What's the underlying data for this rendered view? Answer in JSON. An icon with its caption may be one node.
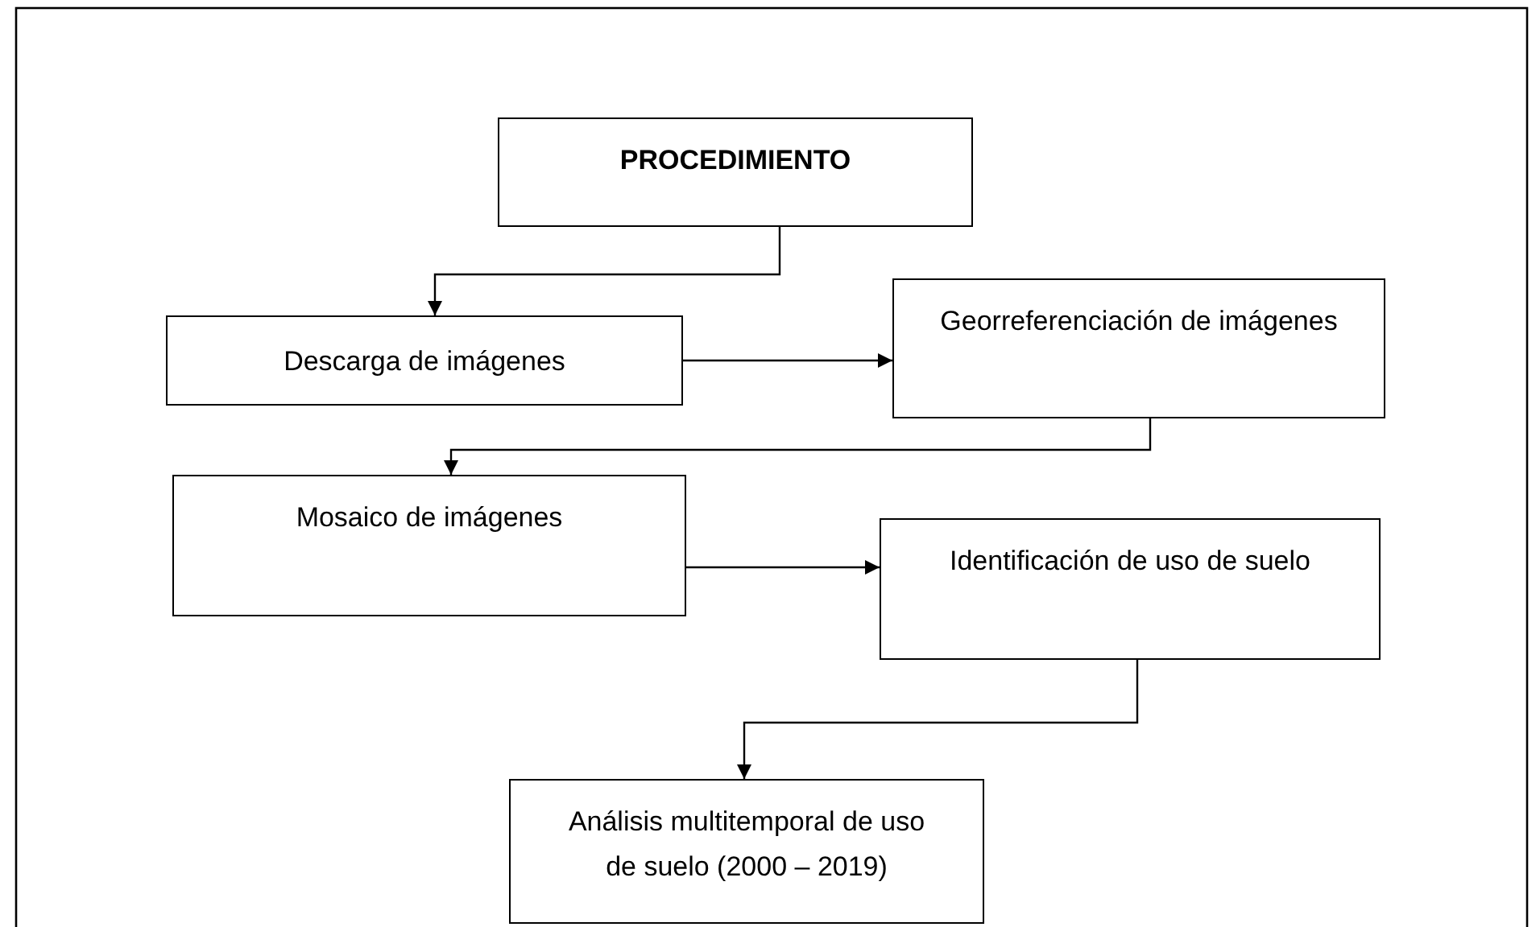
{
  "diagram": {
    "nodes": [
      {
        "text": [
          "PROCEDIMIENTO"
        ]
      },
      {
        "text": [
          "Descarga de imágenes"
        ]
      },
      {
        "text": [
          "Georreferenciación de imágenes"
        ]
      },
      {
        "text": [
          "Mosaico de imágenes"
        ]
      },
      {
        "text": [
          "Identificación de uso de suelo"
        ]
      },
      {
        "text": [
          "Análisis multitemporal de uso de suelo (2000 – 2019)"
        ]
      }
    ],
    "edges": [
      {
        "from": 0,
        "to": 1,
        "arrow": "to"
      },
      {
        "from": 1,
        "to": 2,
        "arrow": "to"
      },
      {
        "from": 2,
        "to": 3,
        "arrow": "to"
      },
      {
        "from": 3,
        "to": 4,
        "arrow": "to"
      },
      {
        "from": 4,
        "to": 5,
        "arrow": "to"
      }
    ]
  }
}
